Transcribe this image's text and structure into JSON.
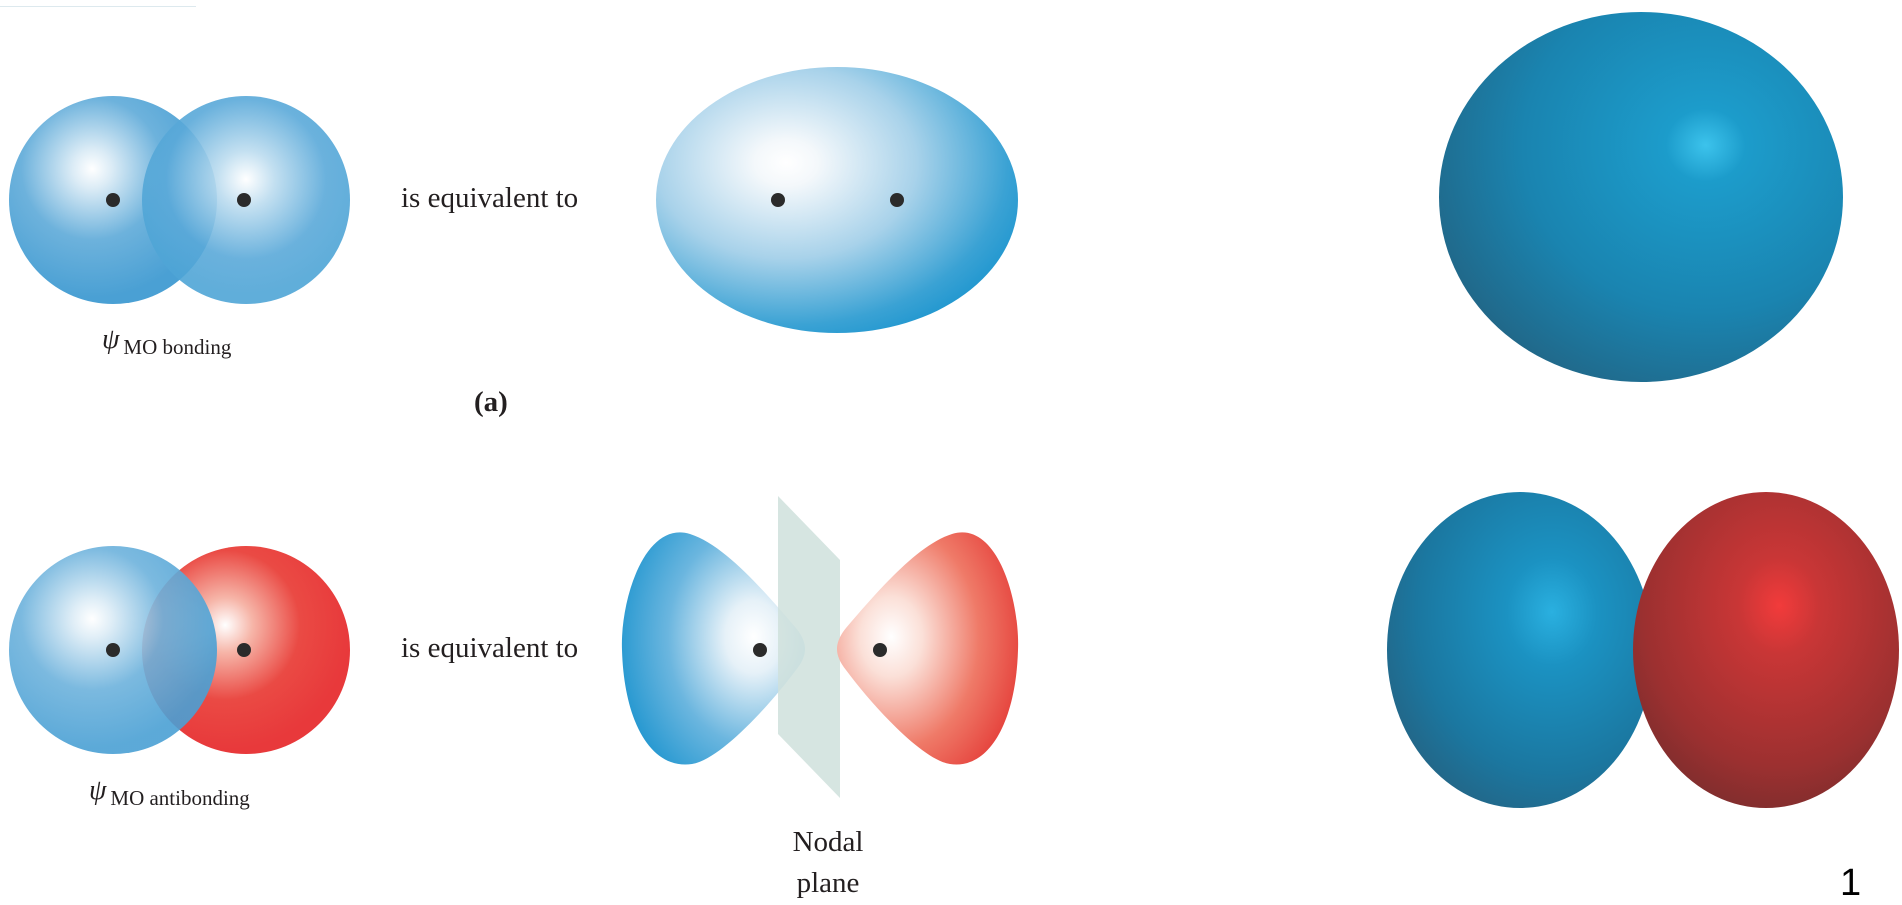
{
  "labels": {
    "equivalent_top": "is equivalent to",
    "equivalent_bottom": "is equivalent to",
    "psi_symbol": "ψ",
    "bonding_subscript": "MO bonding",
    "antibonding_subscript": "MO antibonding",
    "part_a": "(a)",
    "nodal_line1": "Nodal",
    "nodal_line2": "plane",
    "page_number": "1"
  },
  "colors": {
    "bonding_blue": "#4fa6d8",
    "antibonding_red": "#e8393b",
    "render_blue": "#1b8ec0",
    "render_red": "#b83333",
    "nodal_plane": "#cfe0dc",
    "nucleus_dot": "#2b2b2b"
  }
}
